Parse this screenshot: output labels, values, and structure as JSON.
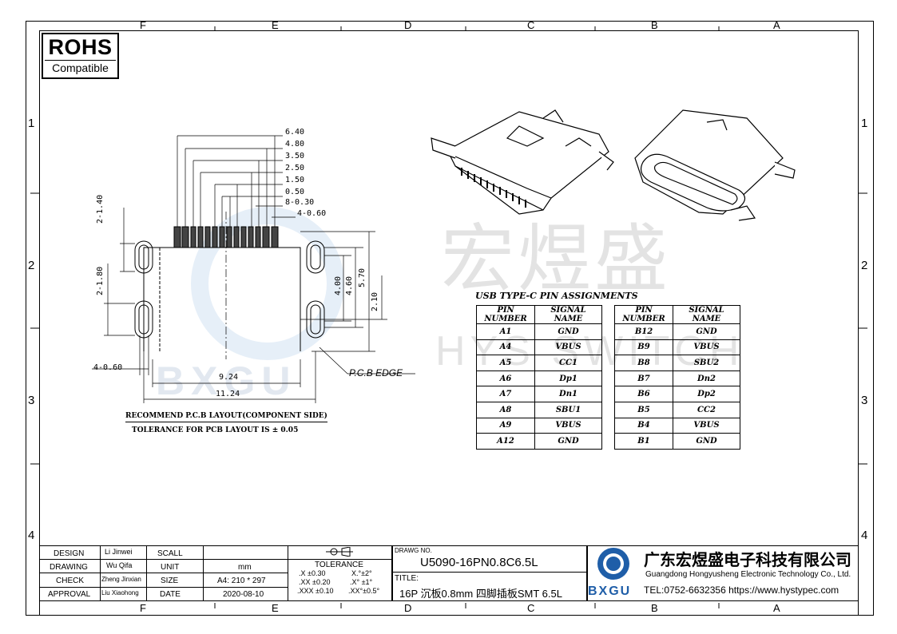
{
  "grid": {
    "cols_top": [
      "F",
      "E",
      "D",
      "C",
      "B",
      "A"
    ],
    "cols_bottom": [
      "F",
      "E",
      "D",
      "C",
      "B",
      "A"
    ],
    "rows": [
      "1",
      "2",
      "3",
      "4"
    ]
  },
  "rohs": {
    "line1": "ROHS",
    "line2": "Compatible"
  },
  "watermark": {
    "cn": "宏煜盛",
    "en": "HYS SWITCH",
    "logo": "BXGU"
  },
  "drawing": {
    "dims_top": [
      "6.40",
      "4.80",
      "3.50",
      "2.50",
      "1.50",
      "0.50",
      "8-0.30",
      "4-0.60"
    ],
    "dim_left_top": "2-1.40",
    "dim_left_mid": "2-1.80",
    "dim_left_bottom": "4-0.60",
    "dim_right_a": "4.00",
    "dim_right_b": "4.60",
    "dim_right_c": "5.70",
    "dim_right_d": "2.10",
    "dim_w1": "9.24",
    "dim_w2": "11.24",
    "pcb_edge": "P.C.B EDGE",
    "note1": "RECOMMEND P.C.B LAYOUT(COMPONENT SIDE)",
    "note2": "TOLERANCE FOR PCB LAYOUT IS ± 0.05"
  },
  "pin_table": {
    "title": "USB TYPE-C PIN ASSIGNMENTS",
    "headers": [
      "PIN NUMBER",
      "SIGNAL NAME"
    ],
    "left": [
      [
        "A1",
        "GND"
      ],
      [
        "A4",
        "VBUS"
      ],
      [
        "A5",
        "CC1"
      ],
      [
        "A6",
        "Dp1"
      ],
      [
        "A7",
        "Dn1"
      ],
      [
        "A8",
        "SBU1"
      ],
      [
        "A9",
        "VBUS"
      ],
      [
        "A12",
        "GND"
      ]
    ],
    "right": [
      [
        "B12",
        "GND"
      ],
      [
        "B9",
        "VBUS"
      ],
      [
        "B8",
        "SBU2"
      ],
      [
        "B7",
        "Dn2"
      ],
      [
        "B6",
        "Dp2"
      ],
      [
        "B5",
        "CC2"
      ],
      [
        "B4",
        "VBUS"
      ],
      [
        "B1",
        "GND"
      ]
    ]
  },
  "title_block": {
    "roles": [
      "DESIGN",
      "DRAWING",
      "CHECK",
      "APPROVAL"
    ],
    "names": [
      "Li Jinwei",
      "Wu Qifa",
      "Zheng Jinxian",
      "Liu Xiaohong"
    ],
    "fields": [
      "SCALL",
      "UNIT",
      "SIZE",
      "DATE"
    ],
    "values": [
      "",
      "mm",
      "A4: 210 * 297",
      "2020-08-10"
    ],
    "tolerance_label": "TOLERANCE",
    "tol_lin": [
      ".X  ±0.30",
      ".XX  ±0.20",
      ".XXX  ±0.10"
    ],
    "tol_ang": [
      "X.°±2°",
      ".X° ±1°",
      ".XX°±0.5°"
    ],
    "drawing_no_label": "DRAWG NO.",
    "drawing_no": "U5090-16PN0.8C6.5L",
    "title_label": "TITLE:",
    "title": "16P 沉板0.8mm 四脚插板SMT 6.5L",
    "logo_text": "BXGU",
    "company_cn": "广东宏煜盛电子科技有限公司",
    "company_en": "Guangdong Hongyusheng Electronic Technology Co., Ltd.",
    "contact": "TEL:0752-6632356  https://www.hystypec.com"
  }
}
